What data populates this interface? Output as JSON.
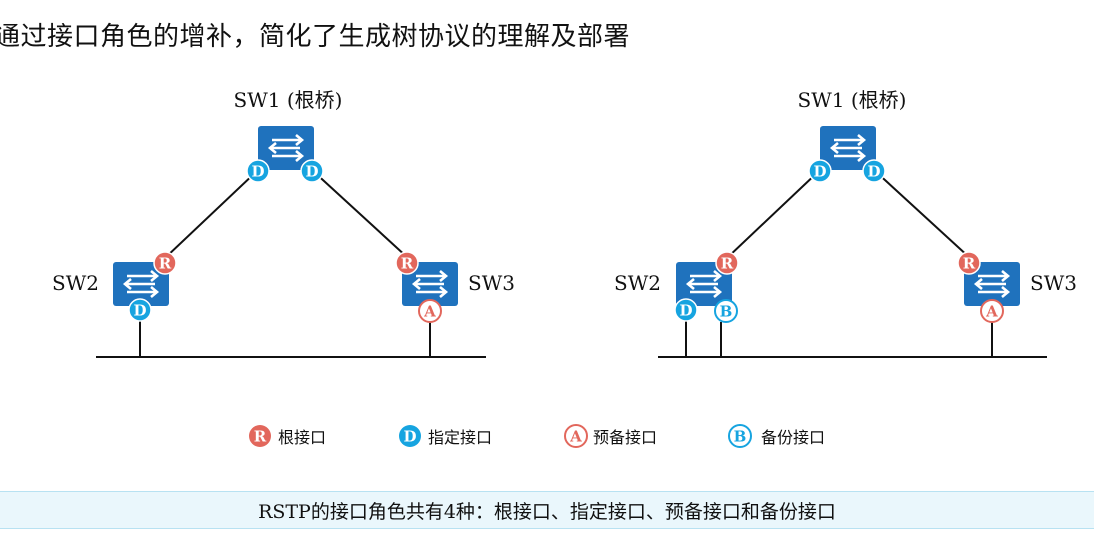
{
  "title": "通过接口角色的增补，简化了生成树协议的理解及部署",
  "diagram_left": {
    "sw1_label": "SW1 (根桥)",
    "sw2_label": "SW2",
    "sw3_label": "SW3"
  },
  "diagram_right": {
    "sw1_label": "SW1 (根桥)",
    "sw2_label": "SW2",
    "sw3_label": "SW3"
  },
  "port_letters": {
    "root": "R",
    "designated": "D",
    "alternate": "A",
    "backup": "B"
  },
  "legend": {
    "root": "根接口",
    "designated": "指定接口",
    "alternate": "预备接口",
    "backup": "备份接口"
  },
  "footer": "RSTP的接口角色共有4种：根接口、指定接口、预备接口和备份接口",
  "colors": {
    "switch_blue": "#1f72bd",
    "root_red": "#e2675c",
    "designated_blue": "#16a4e0",
    "alternate_ring": "#e2675c",
    "backup_ring": "#16a4e0"
  }
}
